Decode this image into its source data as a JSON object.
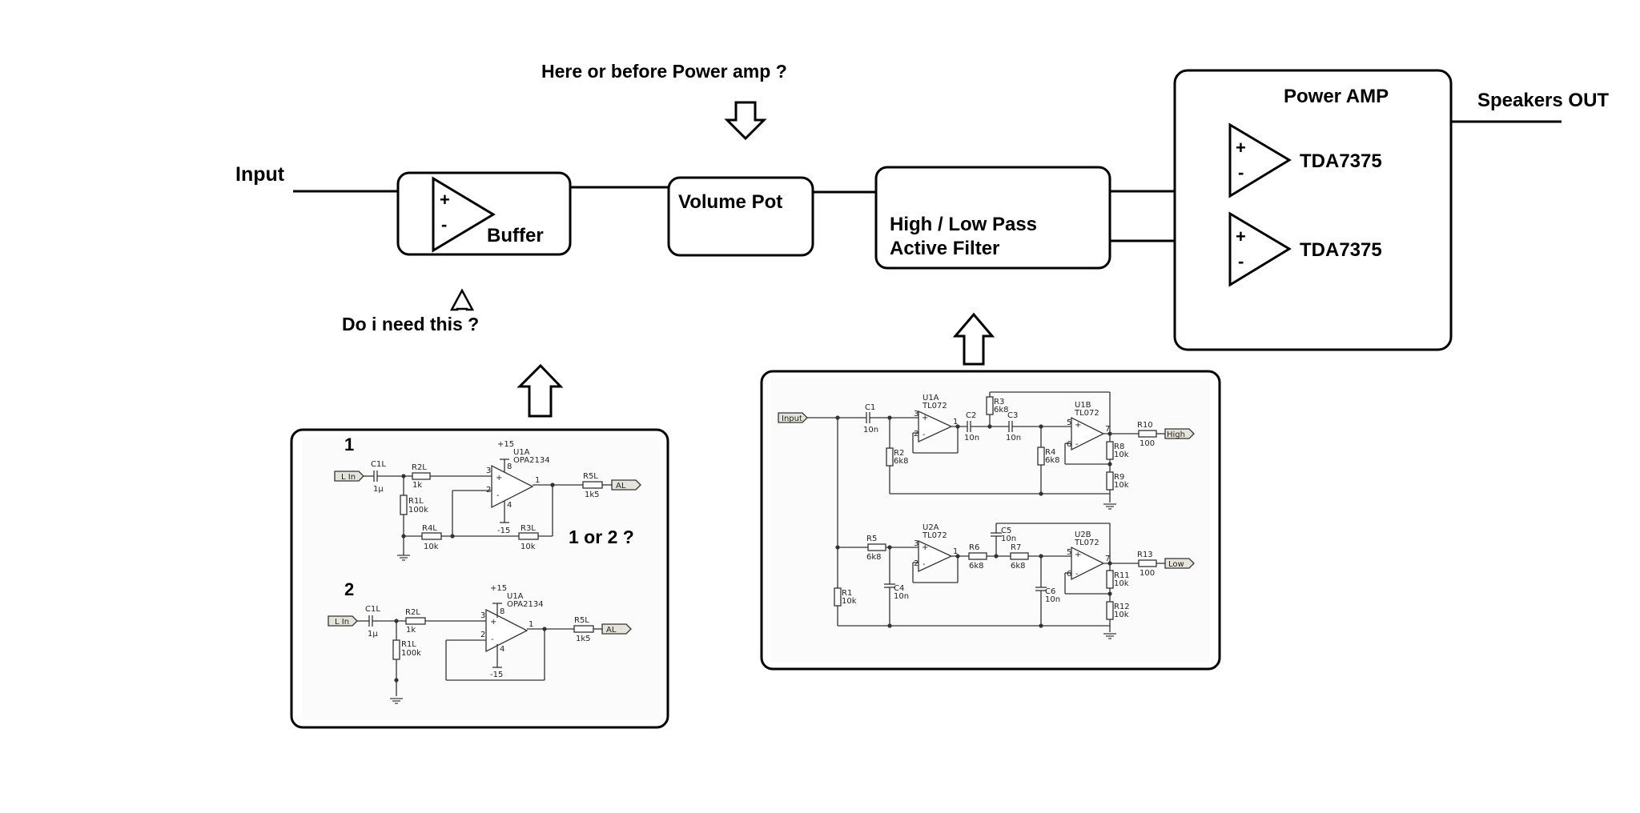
{
  "diagram": {
    "input_label": "Input",
    "question_volume": "Here or  before Power amp ?",
    "question_buffer": "Do i need this ?",
    "buffer_label": "Buffer",
    "volume_label": "Volume Pot",
    "filter_label_line1": "High / Low Pass",
    "filter_label_line2": "Active Filter",
    "power_amp_title": "Power AMP",
    "amp1_label": "TDA7375",
    "amp2_label": "TDA7375",
    "speakers_label": "Speakers OUT",
    "plus": "+",
    "minus": "-"
  },
  "buffer_schematic": {
    "option1_number": "1",
    "option2_number": "2",
    "question": "1 or 2 ?",
    "in_label": "L In",
    "out_label": "AL",
    "c1": "C1L",
    "c1_val": "1µ",
    "r2": "R2L",
    "r2_val": "1k",
    "r1": "R1L",
    "r1_val": "100k",
    "r4": "R4L",
    "r4_val": "10k",
    "r3": "R3L",
    "r3_val": "10k",
    "r5": "R5L",
    "r5_val": "1k5",
    "opamp": "U1A",
    "opamp_type": "OPA2134",
    "vpos": "+15",
    "vneg": "-15",
    "pin3": "3",
    "pin2": "2",
    "pin1": "1",
    "pin8": "8",
    "pin4": "4",
    "plus": "+",
    "minus": "-"
  },
  "filter_schematic": {
    "input_label": "Input",
    "high_label": "High",
    "low_label": "Low",
    "c1": "C1",
    "c1_val": "10n",
    "c2": "C2",
    "c2_val": "10n",
    "c3": "C3",
    "c3_val": "10n",
    "c4": "C4",
    "c4_val": "10n",
    "c5": "C5",
    "c5_val": "10n",
    "c6": "C6",
    "c6_val": "10n",
    "r1": "R1",
    "r1_val": "10k",
    "r2": "R2",
    "r2_val": "6k8",
    "r3": "R3",
    "r3_val": "6k8",
    "r4": "R4",
    "r4_val": "6k8",
    "r5": "R5",
    "r5_val": "6k8",
    "r6": "R6",
    "r6_val": "6k8",
    "r7": "R7",
    "r7_val": "6k8",
    "r8": "R8",
    "r8_val": "10k",
    "r9": "R9",
    "r9_val": "10k",
    "r10": "R10",
    "r10_val": "100",
    "r11": "R11",
    "r11_val": "10k",
    "r12": "R12",
    "r12_val": "10k",
    "r13": "R13",
    "r13_val": "100",
    "u1a": "U1A",
    "u1b": "U1B",
    "u2a": "U2A",
    "u2b": "U2B",
    "opamp_type": "TL072",
    "p1": "1",
    "p2": "2",
    "p3": "3",
    "p5": "5",
    "p6": "6",
    "p7": "7",
    "plus": "+",
    "minus": "-"
  }
}
